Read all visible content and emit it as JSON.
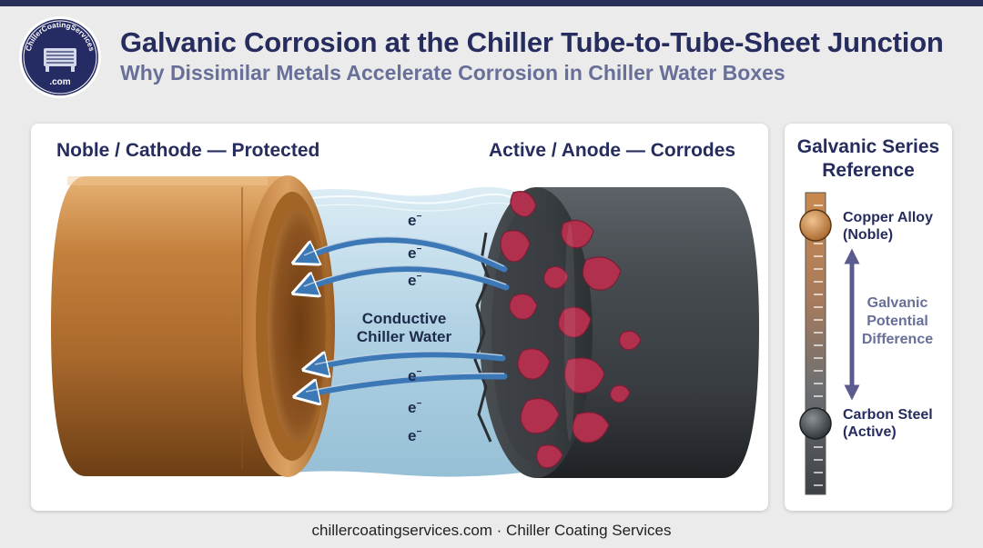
{
  "header": {
    "title": "Galvanic Corrosion at the Chiller Tube-to-Tube-Sheet Junction",
    "subtitle": "Why Dissimilar Metals Accelerate Corrosion in Chiller Water Boxes",
    "logo": {
      "top_text": "ChillerCoatingServices",
      "bottom_text": ".com",
      "icon": "chiller-unit-icon"
    }
  },
  "diagram": {
    "left_label": "Noble / Cathode — Protected",
    "right_label": "Active / Anode — Corrodes",
    "water_label_line1": "Conductive",
    "water_label_line2": "Chiller Water",
    "electron_symbol": "e",
    "electron_charge": "−",
    "colors": {
      "copper": "#b97637",
      "steel": "#3f4448",
      "corrosion": "#b0304e",
      "water": "#9fc7dd",
      "arrow": "#3d78b6"
    }
  },
  "galvanic_series": {
    "title_line1": "Galvanic Series",
    "title_line2": "Reference",
    "top_label_line1": "Copper Alloy",
    "top_label_line2": "(Noble)",
    "middle_label_line1": "Galvanic",
    "middle_label_line2": "Potential",
    "middle_label_line3": "Difference",
    "bottom_label_line1": "Carbon Steel",
    "bottom_label_line2": "(Active)"
  },
  "footer": {
    "text": "chillercoatingservices.com · Chiller Coating Services"
  }
}
